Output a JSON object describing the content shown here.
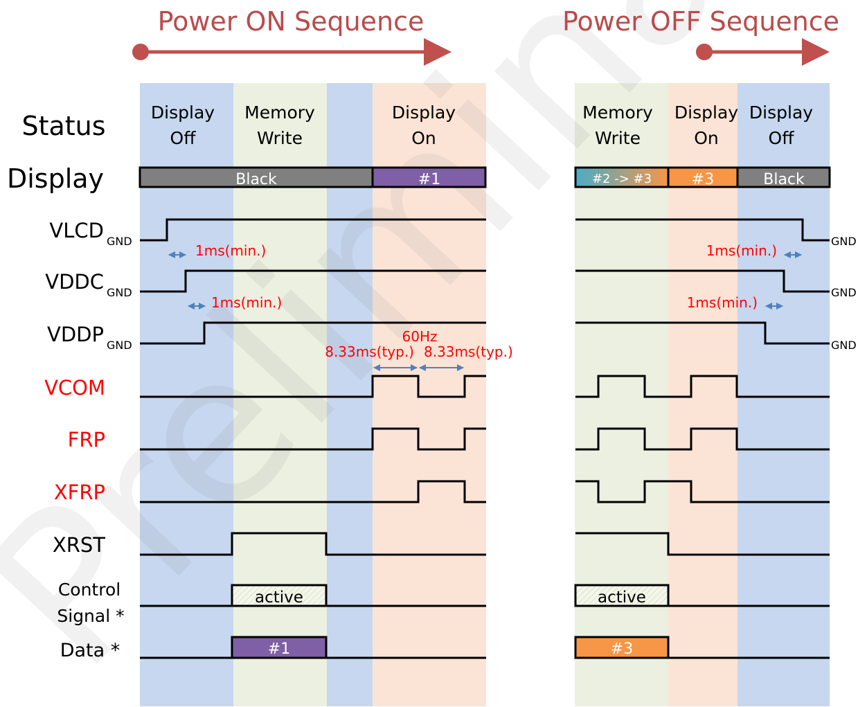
{
  "headers": {
    "power_on": "Power ON Sequence",
    "power_off": "Power OFF Sequence"
  },
  "row_labels": {
    "status": "Status",
    "display": "Display",
    "vlcd": "VLCD",
    "vddc": "VDDC",
    "vddp": "VDDP",
    "vcom": "VCOM",
    "frp": "FRP",
    "xfrp": "XFRP",
    "xrst": "XRST",
    "control_line1": "Control",
    "control_line2": "Signal *",
    "data": "Data *",
    "gnd": "GND"
  },
  "status": {
    "on_display_off": [
      "Display",
      "Off"
    ],
    "on_memory_write": [
      "Memory",
      "Write"
    ],
    "on_display_on": [
      "Display",
      "On"
    ],
    "off_memory_write": [
      "Memory",
      "Write"
    ],
    "off_display_on": [
      "Display",
      "On"
    ],
    "off_display_off": [
      "Display",
      "Off"
    ]
  },
  "display_bar": {
    "on_black": "Black",
    "on_frame1": "#1",
    "off_frame23": "#2 -> #3",
    "off_frame3": "#3",
    "off_black": "Black"
  },
  "annotations": {
    "vlcd_on": "1ms(min.)",
    "vddc_on": "1ms(min.)",
    "vlcd_off": "1ms(min.)",
    "vddc_off": "1ms(min.)",
    "freq": "60Hz",
    "period1": "8.33ms(typ.)",
    "period2": "8.33ms(typ.)"
  },
  "signals": {
    "on_control": "active",
    "on_data": "#1",
    "off_control": "active",
    "off_data": "#3"
  },
  "watermark": "Preliminary",
  "colors": {
    "phase_display_off": "#c6d7ef",
    "phase_memory_write": "#ebf0e0",
    "phase_display_on": "#fbe4d6",
    "header_red": "#b94b4b",
    "arrow_red": "#c0504d",
    "signal_red": "#ff0000",
    "bar_black": "#808080",
    "frame1_purple": "#7f5fa5",
    "frame3_orange": "#f79646",
    "timing_arrow_blue": "#4f81bd"
  }
}
